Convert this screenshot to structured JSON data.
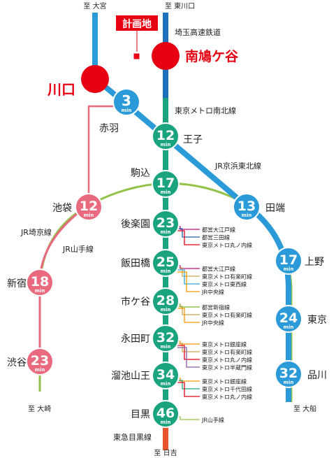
{
  "colors": {
    "namboku": "#1aa37f",
    "keihin": "#2a9ad8",
    "saitama": "#1f6fbf",
    "yamanote": "#93c24a",
    "saikyo": "#e9697f",
    "meguro": "#e8542b",
    "red": "#e60012",
    "c_oedo": "#c0117a",
    "c_mita": "#1b5fae",
    "c_marunouchi": "#e60012",
    "c_yurakucho": "#c8a450",
    "c_tozai": "#2aa8e0",
    "c_chuo": "#f39800",
    "c_shinjuku": "#7ab829",
    "c_ginza": "#f39800",
    "c_hanzomon": "#8a5aa8",
    "c_chiyoda": "#1aa37f",
    "c_yamanote": "#93c24a"
  },
  "directions": {
    "omiya": "至 大宮",
    "higashikawaguchi": "至 東川口",
    "omiya_south": "至 大崎",
    "ofuna": "至 大船",
    "hiyoshi": "至 日吉"
  },
  "plan": {
    "label": "計画地"
  },
  "line_labels": {
    "saitama": "埼玉高速鉄道",
    "namboku": "東京メトロ南北線",
    "keihin": "JR京浜東北線",
    "saikyo": "JR埼京線",
    "yamanote": "JR山手線",
    "meguro": "東急目黒線"
  },
  "big_stations": {
    "kawaguchi": "川口",
    "minamihatogaya": "南鳩ケ谷"
  },
  "min_unit": "min",
  "stations": [
    {
      "id": "akabane",
      "name": "赤羽",
      "minutes": "3",
      "line": "keihin"
    },
    {
      "id": "oji",
      "name": "王子",
      "minutes": "12",
      "line": "namboku"
    },
    {
      "id": "komagome",
      "name": "駒込",
      "minutes": "17",
      "line": "namboku"
    },
    {
      "id": "ikebukuro",
      "name": "池袋",
      "minutes": "12",
      "line": "saikyo"
    },
    {
      "id": "tabata",
      "name": "田端",
      "minutes": "13",
      "line": "keihin"
    },
    {
      "id": "korakuen",
      "name": "後楽園",
      "minutes": "23",
      "line": "namboku"
    },
    {
      "id": "iidabashi",
      "name": "飯田橋",
      "minutes": "25",
      "line": "namboku"
    },
    {
      "id": "ichigaya",
      "name": "市ケ谷",
      "minutes": "28",
      "line": "namboku"
    },
    {
      "id": "nagatacho",
      "name": "永田町",
      "minutes": "32",
      "line": "namboku"
    },
    {
      "id": "tameike",
      "name": "溜池山王",
      "minutes": "34",
      "line": "namboku"
    },
    {
      "id": "meguro",
      "name": "目黒",
      "minutes": "46",
      "line": "namboku"
    },
    {
      "id": "shinjuku",
      "name": "新宿",
      "minutes": "18",
      "line": "saikyo"
    },
    {
      "id": "shibuya",
      "name": "渋谷",
      "minutes": "23",
      "line": "saikyo"
    },
    {
      "id": "ueno",
      "name": "上野",
      "minutes": "17",
      "line": "keihin"
    },
    {
      "id": "tokyo",
      "name": "東京",
      "minutes": "24",
      "line": "keihin"
    },
    {
      "id": "shinagawa",
      "name": "品川",
      "minutes": "32",
      "line": "keihin"
    }
  ],
  "transfers": {
    "korakuen": [
      {
        "text": "都営大江戸線",
        "color": "c_oedo"
      },
      {
        "text": "都営三田線",
        "color": "c_mita"
      },
      {
        "text": "東京メトロ丸ノ内線",
        "color": "c_marunouchi"
      }
    ],
    "iidabashi": [
      {
        "text": "都営大江戸線",
        "color": "c_oedo"
      },
      {
        "text": "東京メトロ有楽町線",
        "color": "c_yurakucho"
      },
      {
        "text": "東京メトロ東西線",
        "color": "c_tozai"
      },
      {
        "text": "JR中央線",
        "color": "c_chuo"
      }
    ],
    "ichigaya": [
      {
        "text": "都営新宿線",
        "color": "c_shinjuku"
      },
      {
        "text": "東京メトロ有楽町線",
        "color": "c_yurakucho"
      },
      {
        "text": "JR中央線",
        "color": "c_chuo"
      }
    ],
    "nagatacho": [
      {
        "text": "東京メトロ銀座線",
        "color": "c_ginza"
      },
      {
        "text": "東京メトロ有楽町線",
        "color": "c_yurakucho"
      },
      {
        "text": "東京メトロ丸ノ内線",
        "color": "c_marunouchi"
      },
      {
        "text": "東京メトロ半蔵門線",
        "color": "c_hanzomon"
      }
    ],
    "tameike": [
      {
        "text": "東京メトロ銀座線",
        "color": "c_ginza"
      },
      {
        "text": "東京メトロ千代田線",
        "color": "c_chiyoda"
      },
      {
        "text": "東京メトロ丸ノ内線",
        "color": "c_marunouchi"
      }
    ],
    "meguro": [
      {
        "text": "JR山手線",
        "color": "c_yamanote"
      }
    ]
  }
}
